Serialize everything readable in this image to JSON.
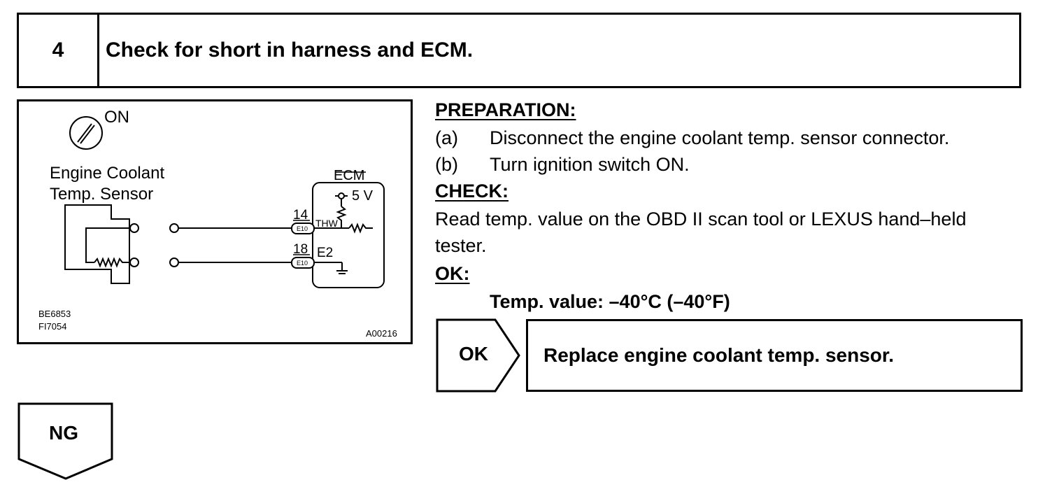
{
  "step": {
    "number": "4",
    "title": "Check for short in harness and ECM."
  },
  "diagram": {
    "switch_label": "ON",
    "sensor_label_line1": "Engine Coolant",
    "sensor_label_line2": "Temp. Sensor",
    "ecm_label": "ECM",
    "voltage_label": "5 V",
    "pin1_number": "14",
    "pin1_signal": "THW",
    "pin2_number": "18",
    "pin2_signal": "E2",
    "connector_label": "E10",
    "ref_code1": "BE6853",
    "ref_code2": "FI7054",
    "figure_id": "A00216"
  },
  "preparation": {
    "heading": "PREPARATION:",
    "items": [
      {
        "marker": "(a)",
        "text": "Disconnect the engine coolant temp. sensor connector."
      },
      {
        "marker": "(b)",
        "text": "Turn ignition switch ON."
      }
    ]
  },
  "check": {
    "heading": "CHECK:",
    "line1": "Read temp. value on the OBD II scan tool or LEXUS hand–held",
    "line2": "tester."
  },
  "ok_criteria": {
    "heading": "OK:",
    "value": "Temp. value:  –40°C (–40°F)"
  },
  "ok_result": {
    "label": "OK",
    "action": "Replace engine coolant temp. sensor."
  },
  "ng_result": {
    "label": "NG"
  }
}
